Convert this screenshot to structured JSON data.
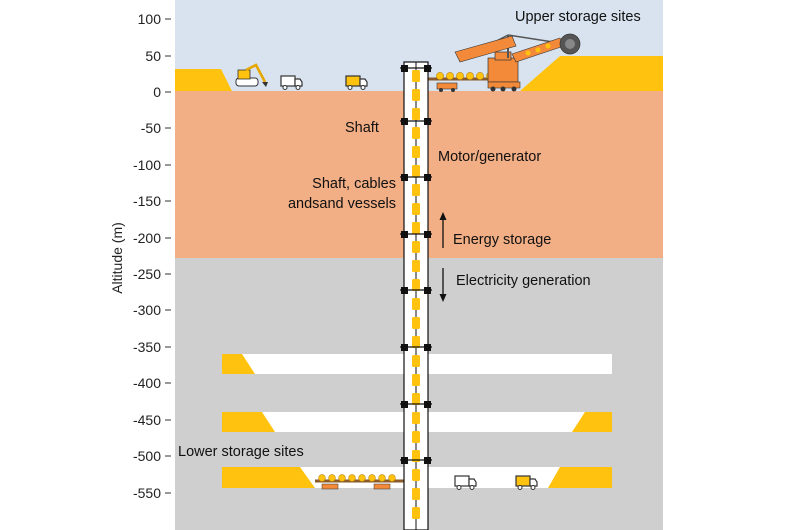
{
  "axis": {
    "ylabel": "Altitude (m)",
    "ticks": [
      "100",
      "50",
      "0",
      "-50",
      "-100",
      "-150",
      "-200",
      "-250",
      "-300",
      "-350",
      "-400",
      "-450",
      "-500",
      "-550"
    ]
  },
  "labels": {
    "upper_sites": "Upper storage sites",
    "shaft": "Shaft",
    "motor_generator": "Motor/generator",
    "cables_line1": "Shaft, cables",
    "cables_line2": "andsand vessels",
    "energy_storage": "Energy storage",
    "electricity_generation": "Electricity generation",
    "lower_sites": "Lower storage sites"
  },
  "colors": {
    "sky": "#d8e3ef",
    "sediment": "#f2ae84",
    "rock": "#cfcfcf",
    "sand": "#ffc20e",
    "machine": "#f28a3a",
    "shaft": "#ffffff",
    "outline": "#111111",
    "gallery": "#ffffff"
  },
  "icons": {
    "excavator": "excavator-icon",
    "truck": "truck-icon",
    "bucket_wheel": "bucket-wheel-excavator-icon",
    "arrow_up": "arrow-up-icon",
    "arrow_down": "arrow-down-icon"
  }
}
